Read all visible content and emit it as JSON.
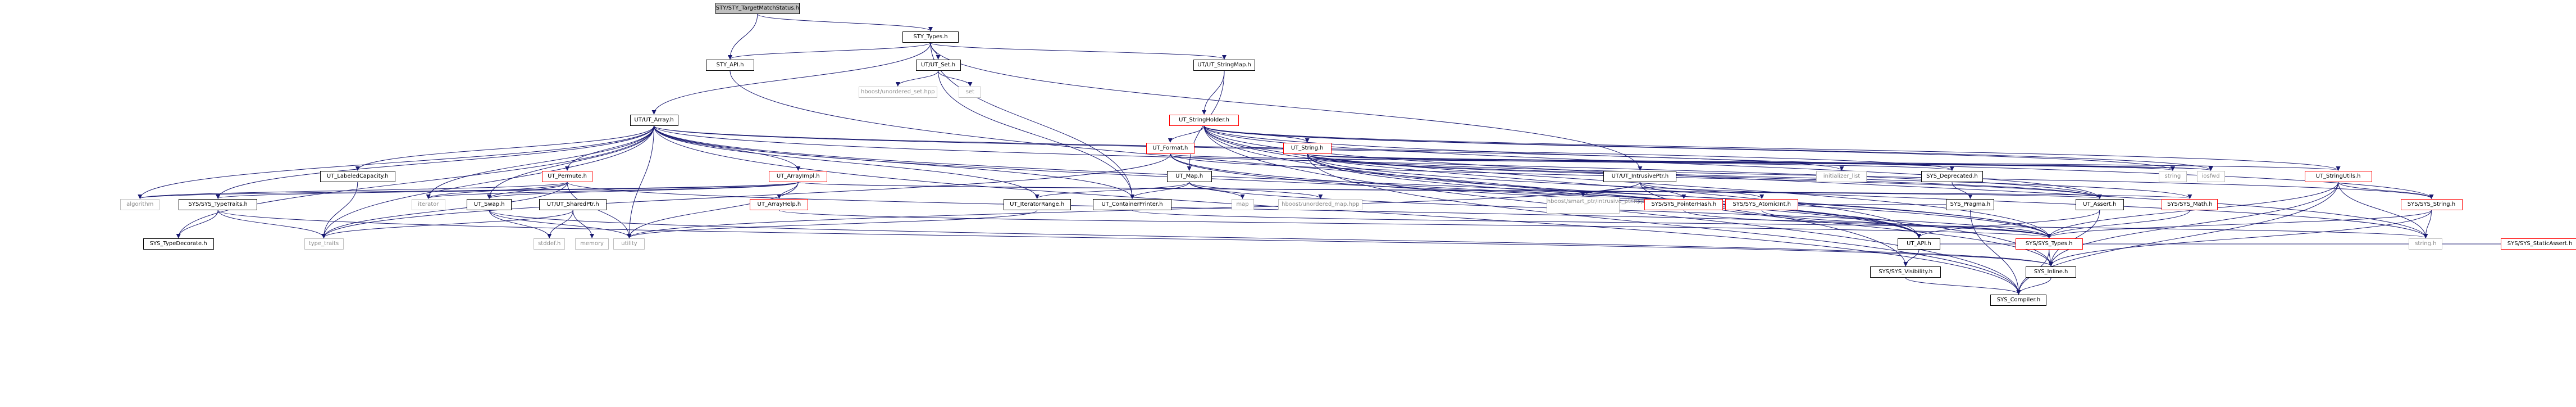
{
  "root": "STY/STY_TargetMatchStatus.h",
  "nodes": {
    "sty_types": "STY_Types.h",
    "sty_api": "STY_API.h",
    "ut_set": "UT/UT_Set.h",
    "ut_stringmap": "UT/UT_StringMap.h",
    "ut_array": "UT/UT_Array.h",
    "boost_unordered_set": "hboost/unordered_set.hpp",
    "set": "set",
    "ut_stringholder": "UT_StringHolder.h",
    "ut_format": "UT_Format.h",
    "ut_string": "UT_String.h",
    "ut_labeledcapacity": "UT_LabeledCapacity.h",
    "ut_permute": "UT_Permute.h",
    "ut_arrayimpl": "UT_ArrayImpl.h",
    "ut_map": "UT_Map.h",
    "ut_intrusiveptr": "UT/UT_IntrusivePtr.h",
    "initializer_list": "initializer_list",
    "sys_deprecated": "SYS_Deprecated.h",
    "string": "string",
    "iosfwd": "iosfwd",
    "ut_stringutils": "UT_StringUtils.h",
    "algorithm": "algorithm",
    "sys_typetraits": "SYS/SYS_TypeTraits.h",
    "iterator": "iterator",
    "ut_swap": "UT_Swap.h",
    "ut_sharedptr": "UT/UT_SharedPtr.h",
    "ut_arrayhelp": "UT_ArrayHelp.h",
    "ut_iteratorrange": "UT_IteratorRange.h",
    "ut_containerprinter": "UT_ContainerPrinter.h",
    "map": "map",
    "boost_unordered_map": "hboost/unordered_map.hpp",
    "boost_smart_ptr": "hboost/smart_ptr/intrusive_ptr.hpp",
    "sys_pointerhash": "SYS/SYS_PointerHash.h",
    "sys_pragma": "SYS_Pragma.h",
    "sys_atomicint": "SYS/SYS_AtomicInt.h",
    "ut_assert": "UT_Assert.h",
    "sys_math": "SYS/SYS_Math.h",
    "sys_string": "SYS/SYS_String.h",
    "sys_typedecorate": "SYS_TypeDecorate.h",
    "type_traits": "type_traits",
    "stddef": "stddef.h",
    "memory": "memory",
    "utility": "utility",
    "ut_api": "UT_API.h",
    "sys_types": "SYS/SYS_Types.h",
    "string_h": "string.h",
    "sys_staticassert": "SYS/SYS_StaticAssert.h",
    "sys_visibility": "SYS/SYS_Visibility.h",
    "sys_inline": "SYS_Inline.h",
    "sys_compiler": "SYS_Compiler.h"
  },
  "colors": {
    "edge": "#191970",
    "red_border": "#ff0000",
    "ext_border": "#bfbfbf",
    "root_fill": "#bfbfbf"
  }
}
